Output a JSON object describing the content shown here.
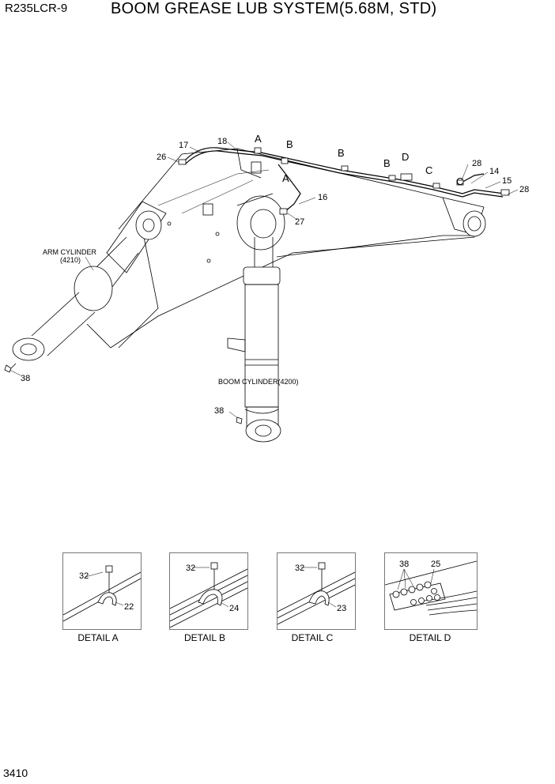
{
  "header": {
    "model": "R235LCR-9",
    "title": "BOOM GREASE LUB SYSTEM(5.68M, STD)"
  },
  "footer": {
    "page_number": "3410"
  },
  "main_callouts": {
    "c17": "17",
    "c18": "18",
    "cA1": "A",
    "cB1": "B",
    "cB2": "B",
    "cB3": "B",
    "cD": "D",
    "cC1": "C",
    "cC2": "C",
    "c28a": "28",
    "c14": "14",
    "c15": "15",
    "c28b": "28",
    "c26": "26",
    "cA2": "A",
    "c16": "16",
    "c27": "27",
    "c38a": "38",
    "c38b": "38"
  },
  "labels": {
    "arm_cylinder_line1": "ARM CYLINDER",
    "arm_cylinder_line2": "(4210)",
    "boom_cylinder": "BOOM CYLINDER(4200)"
  },
  "details": [
    {
      "caption": "DETAIL  A",
      "top_part": "32",
      "side_part": "22"
    },
    {
      "caption": "DETAIL  B",
      "top_part": "32",
      "side_part": "24"
    },
    {
      "caption": "DETAIL  C",
      "top_part": "32",
      "side_part": "23"
    },
    {
      "caption": "DETAIL  D",
      "top_part": "38",
      "side_part": "25"
    }
  ]
}
